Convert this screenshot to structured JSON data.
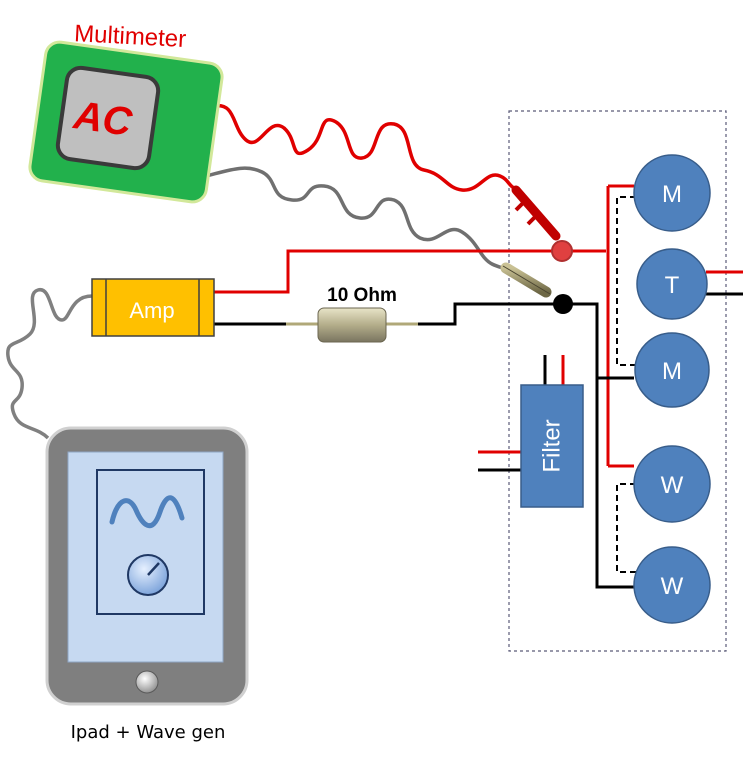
{
  "multimeter": {
    "title": "Multimeter",
    "mode_label": "AC",
    "title_color": "#e00000",
    "body_color": "#22b14c",
    "display_color": "#bfbfbf"
  },
  "amp": {
    "label": "Amp",
    "color": "#ffc000"
  },
  "resistor": {
    "label": "10 Ohm"
  },
  "filter": {
    "label": "Filter",
    "color": "#4f81bd"
  },
  "motors": [
    {
      "label": "M"
    },
    {
      "label": "T"
    },
    {
      "label": "M"
    },
    {
      "label": "W"
    },
    {
      "label": "W"
    }
  ],
  "ipad": {
    "caption": "Ipad + Wave gen",
    "screen_color": "#c6d9f1",
    "frame_color": "#808080"
  },
  "colors": {
    "red_wire": "#e00000",
    "black_wire": "#000000",
    "gray_wire": "#808080",
    "motor_fill": "#4f81bd"
  }
}
